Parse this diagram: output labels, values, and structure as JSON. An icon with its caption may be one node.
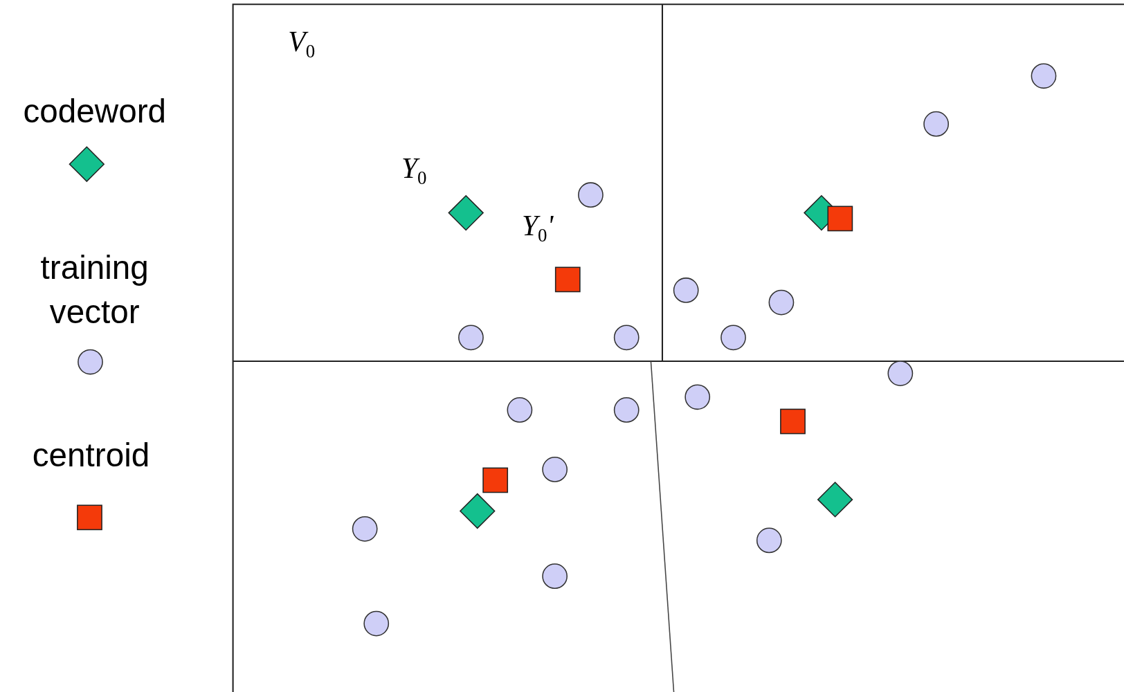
{
  "diagram": {
    "labels": [
      "V$_{0}$",
      "Y$_{0}$",
      "Y$_{0}$'"
    ],
    "legend": [
      {
        "text": "codeword"
      },
      {
        "text": "training vector"
      },
      {
        "text": "centroid"
      }
    ]
  }
}
